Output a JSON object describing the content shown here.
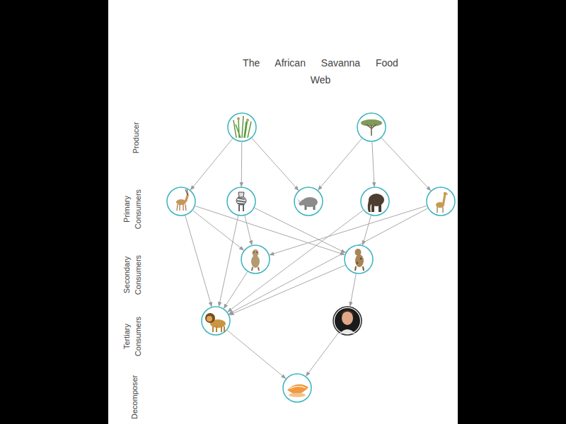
{
  "diagram": {
    "title": "The African Savanna Food Web",
    "nodes": [
      {
        "text": []
      },
      {
        "text": []
      },
      {
        "text": []
      },
      {
        "text": []
      },
      {
        "text": []
      },
      {
        "text": []
      },
      {
        "text": []
      },
      {
        "text": []
      },
      {
        "text": []
      },
      {
        "text": []
      },
      {
        "text": []
      },
      {
        "text": []
      }
    ],
    "edges": [
      {
        "from": 0,
        "to": 2,
        "arrow": "to"
      },
      {
        "from": 0,
        "to": 3,
        "arrow": "to"
      },
      {
        "from": 0,
        "to": 4,
        "arrow": "to"
      },
      {
        "from": 1,
        "to": 4,
        "arrow": "to"
      },
      {
        "from": 1,
        "to": 5,
        "arrow": "to"
      },
      {
        "from": 1,
        "to": 6,
        "arrow": "to"
      },
      {
        "from": 2,
        "to": 7,
        "arrow": "to"
      },
      {
        "from": 2,
        "to": 8,
        "arrow": "to"
      },
      {
        "from": 2,
        "to": 9,
        "arrow": "to"
      },
      {
        "from": 3,
        "to": 7,
        "arrow": "to"
      },
      {
        "from": 3,
        "to": 8,
        "arrow": "to"
      },
      {
        "from": 3,
        "to": 9,
        "arrow": "to"
      },
      {
        "from": 5,
        "to": 8,
        "arrow": "to"
      },
      {
        "from": 5,
        "to": 9,
        "arrow": "to"
      },
      {
        "from": 6,
        "to": 7,
        "arrow": "to"
      },
      {
        "from": 6,
        "to": 9,
        "arrow": "to"
      },
      {
        "from": 7,
        "to": 9,
        "arrow": "to"
      },
      {
        "from": 8,
        "to": 9,
        "arrow": "to"
      },
      {
        "from": 8,
        "to": 10,
        "arrow": "to"
      },
      {
        "from": 9,
        "to": 11,
        "arrow": "to"
      },
      {
        "from": 10,
        "to": 11,
        "arrow": "to"
      }
    ],
    "labels": [
      "Producer",
      "Primary Consumers",
      "Secondary Consumers",
      "Tertiary Consumers",
      "Decomposer"
    ]
  }
}
